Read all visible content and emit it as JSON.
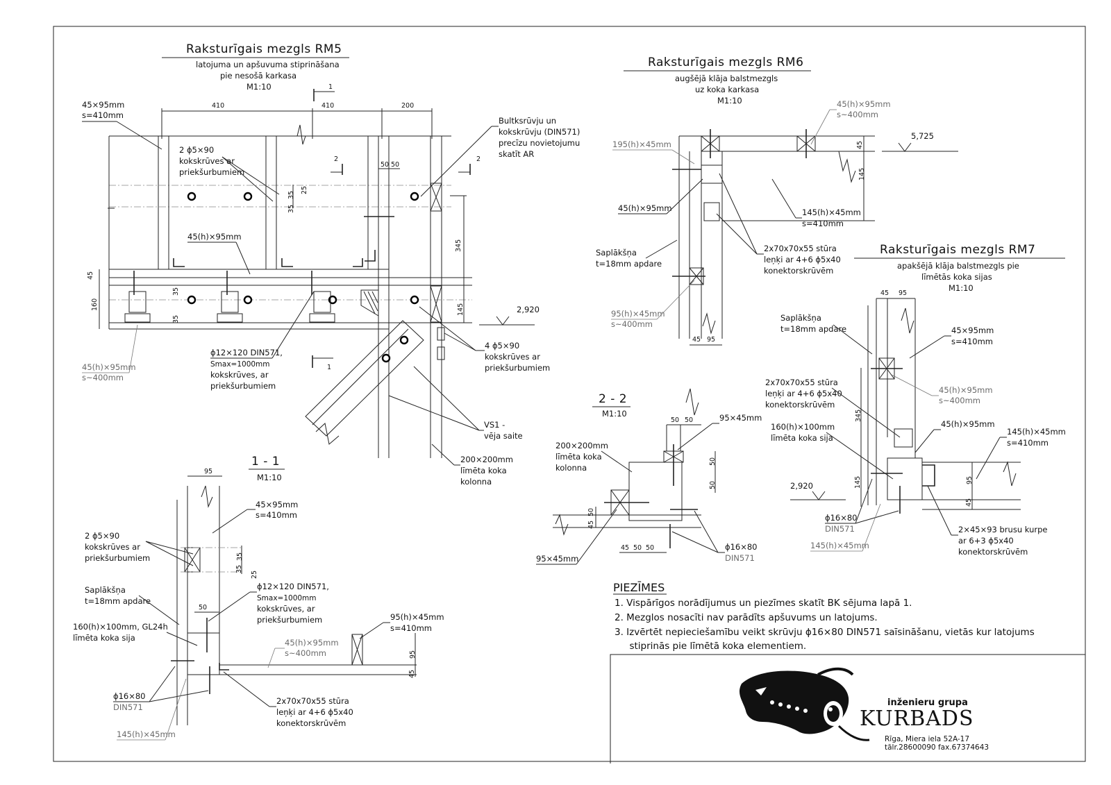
{
  "rm5": {
    "title": "Raksturīgais mezgls RM5",
    "subtitle1": "latojuma un apšuvuma stiprināšana",
    "subtitle2": "pie nesošā karkasa",
    "scale": "M1:10",
    "dims": [
      "410",
      "410",
      "200",
      "50",
      "50",
      "35",
      "25",
      "35",
      "345",
      "145",
      "45",
      "160",
      "35",
      "35"
    ],
    "section_marks": [
      "1",
      "1",
      "2",
      "2"
    ],
    "level": "2,920",
    "labels": {
      "a1": "45×95mm",
      "a2": "s=410mm",
      "b1": "2 ϕ5×90",
      "b2": "kokskrūves ar",
      "b3": "priekšurbumiem",
      "c1": "45(h)×95mm",
      "d1": "Bultksrūvju un",
      "d2": "kokskrūvju (DIN571)",
      "d3": "precīzu novietojumu",
      "d4": "skatīt AR",
      "e1": "45(h)×95mm",
      "e2": "s~400mm",
      "f1": "ϕ12×120 DIN571,",
      "f2": "Smax=1000mm",
      "f3": "kokskrūves, ar",
      "f4": "priekšurbumiem",
      "g1": "4 ϕ5×90",
      "g2": "kokskrūves ar",
      "g3": "priekšurbumiem",
      "h1": "VS1 -",
      "h2": "vēja saite",
      "i1": "200×200mm",
      "i2": "līmēta koka",
      "i3": "kolonna"
    }
  },
  "sec11": {
    "title": "1 - 1",
    "scale": "M1:10",
    "dims": [
      "95",
      "35",
      "35",
      "25",
      "50",
      "95",
      "45"
    ],
    "labels": {
      "a1": "45×95mm",
      "a2": "s=410mm",
      "b1": "2 ϕ5×90",
      "b2": "kokskrūves ar",
      "b3": "priekšurbumiem",
      "c1": "Saplākšņa",
      "c2": "t=18mm apdare",
      "d1": "ϕ12×120 DIN571,",
      "d2": "Smax=1000mm",
      "d3": "kokskrūves, ar",
      "d4": "priekšurbumiem",
      "e1": "160(h)×100mm, GL24h",
      "e2": "līmēta koka sija",
      "f1": "45(h)×95mm",
      "f2": "s~400mm",
      "g1": "95(h)×45mm",
      "g2": "s=410mm",
      "h1": "ϕ16×80",
      "h2": "DIN571",
      "i1": "2x70x70x55 stūra",
      "i2": "leņķi ar 4+6 ϕ5x40",
      "i3": "konektorskrūvēm",
      "j1": "145(h)×45mm"
    }
  },
  "rm6": {
    "title": "Raksturīgais mezgls RM6",
    "subtitle1": "augšējā klāja balstmezgls",
    "subtitle2": "uz koka karkasa",
    "scale": "M1:10",
    "level": "5,725",
    "dims": [
      "45",
      "145",
      "45",
      "95"
    ],
    "labels": {
      "a1": "45(h)×95mm",
      "a2": "s~400mm",
      "b1": "195(h)×45mm",
      "c1": "45(h)×95mm",
      "d1": "145(h)×45mm",
      "d2": "s=410mm",
      "e1": "Saplākšņa",
      "e2": "t=18mm apdare",
      "f1": "2x70x70x55 stūra",
      "f2": "leņķi ar 4+6 ϕ5x40",
      "f3": "konektorskrūvēm",
      "g1": "95(h)×45mm",
      "g2": "s~400mm"
    }
  },
  "sec22": {
    "title": "2 - 2",
    "scale": "M1:10",
    "dims": [
      "50",
      "50",
      "50",
      "50",
      "45",
      "50",
      "45",
      "50",
      "50"
    ],
    "labels": {
      "a1": "95×45mm",
      "b1": "200×200mm",
      "b2": "līmēta koka",
      "b3": "kolonna",
      "c1": "95×45mm",
      "d1": "ϕ16×80",
      "d2": "DIN571"
    }
  },
  "rm7": {
    "title": "Raksturīgais mezgls RM7",
    "subtitle1": "apakšējā klāja balstmezgls pie",
    "subtitle2": "līmētās koka sijas",
    "scale": "M1:10",
    "level": "2,920",
    "dims": [
      "45",
      "95",
      "345",
      "145",
      "95",
      "45"
    ],
    "labels": {
      "a1": "Saplākšņa",
      "a2": "t=18mm apdare",
      "b1": "45×95mm",
      "b2": "s=410mm",
      "c1": "2x70x70x55 stūra",
      "c2": "leņķi ar 4+6 ϕ5x40",
      "c3": "konektorskrūvēm",
      "d1": "45(h)×95mm",
      "d2": "s~400mm",
      "e1": "160(h)×100mm",
      "e2": "līmēta koka sija",
      "f1": "45(h)×95mm",
      "g1": "145(h)×45mm",
      "g2": "s=410mm",
      "h1": "ϕ16×80",
      "h2": "DIN571",
      "i1": "145(h)×45mm",
      "j1": "2×45×93 brusu kurpe",
      "j2": "ar 6+3 ϕ5x40",
      "j3": "konektorskrūvēm"
    }
  },
  "notes": {
    "heading": "PIEZĪMES",
    "items": [
      "1.  Vispārīgos norādījumus un piezīmes skatīt BK sējuma lapā 1.",
      "2.  Mezglos nosacīti nav parādīts apšuvums un latojums.",
      "3.  Izvērtēt nepieciešamību veikt skrūvju ϕ16×80 DIN571 saīsināšanu, vietās kur latojums",
      "     stiprinās pie līmētā koka elementiem."
    ]
  },
  "company": {
    "tagline": "inženieru grupa",
    "name": "KURBADS",
    "address": "Rīga, Miera iela 52A-17",
    "phone": "tālr.28600090 fax.67374643"
  }
}
